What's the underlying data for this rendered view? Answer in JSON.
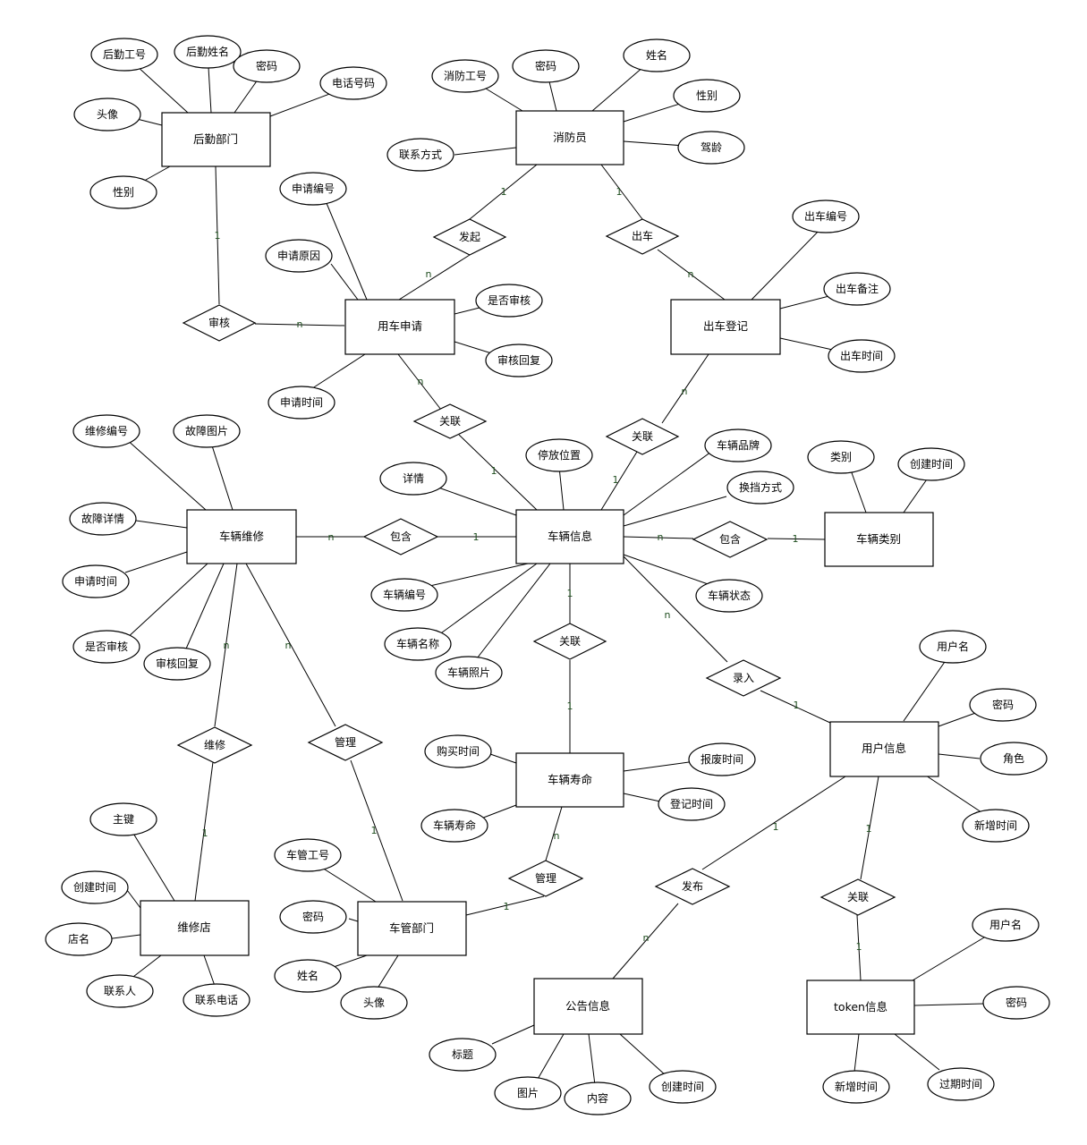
{
  "entities": {
    "houqin": "后勤部门",
    "xiaofangyuan": "消防员",
    "yongche": "用车申请",
    "chuche": "出车登记",
    "weixiu": "车辆维修",
    "cheliang": "车辆信息",
    "leibie": "车辆类别",
    "shouming": "车辆寿命",
    "yonghu": "用户信息",
    "weixiudian": "维修店",
    "cheguan": "车管部门",
    "gonggao": "公告信息",
    "token": "token信息"
  },
  "attributes": {
    "hq_gonghao": "后勤工号",
    "hq_xingming": "后勤姓名",
    "hq_mima": "密码",
    "hq_dianhua": "电话号码",
    "hq_touxiang": "头像",
    "hq_xingbie": "性别",
    "xf_gonghao": "消防工号",
    "xf_mima": "密码",
    "xf_xingming": "姓名",
    "xf_xingbie": "性别",
    "xf_jialing": "驾龄",
    "xf_lianxi": "联系方式",
    "sq_bianhao": "申请编号",
    "sq_yuanyin": "申请原因",
    "sq_shenhe": "是否审核",
    "sq_huifu": "审核回复",
    "sq_shijian": "申请时间",
    "cc_bianhao": "出车编号",
    "cc_beizhu": "出车备注",
    "cc_shijian": "出车时间",
    "wx_bianhao": "维修编号",
    "wx_tupian": "故障图片",
    "wx_xiangqing": "故障详情",
    "wx_shijian": "申请时间",
    "wx_shenhe": "是否审核",
    "wx_huifu": "审核回复",
    "cl_xiangqing": "详情",
    "cl_weizhi": "停放位置",
    "cl_pinpai": "车辆品牌",
    "cl_huandang": "换挡方式",
    "cl_zhuangtai": "车辆状态",
    "cl_bianhao": "车辆编号",
    "cl_mingcheng": "车辆名称",
    "cl_zhaopian": "车辆照片",
    "lb_leibie": "类别",
    "lb_shijian": "创建时间",
    "sm_goumai": "购买时间",
    "sm_shouming": "车辆寿命",
    "sm_baofei": "报废时间",
    "sm_dengji": "登记时间",
    "yh_yonghuming": "用户名",
    "yh_mima": "密码",
    "yh_juese": "角色",
    "yh_xinzeng": "新增时间",
    "wxd_zhujian": "主键",
    "wxd_chuangjian": "创建时间",
    "wxd_dianming": "店名",
    "wxd_lianxiren": "联系人",
    "wxd_dianhua": "联系电话",
    "cg_gonghao": "车管工号",
    "cg_mima": "密码",
    "cg_xingming": "姓名",
    "cg_touxiang": "头像",
    "gg_biaoti": "标题",
    "gg_tupian": "图片",
    "gg_neirong": "内容",
    "gg_chuangjian": "创建时间",
    "tk_yonghuming": "用户名",
    "tk_mima": "密码",
    "tk_xinzeng": "新增时间",
    "tk_guoqi": "过期时间"
  },
  "relationships": {
    "faqi": "发起",
    "chuche": "出车",
    "shenhe": "审核",
    "guanlian_a": "关联",
    "guanlian_b": "关联",
    "baohan_a": "包含",
    "baohan_b": "包含",
    "guanlian_c": "关联",
    "luru": "录入",
    "weixiu": "维修",
    "guanli_a": "管理",
    "guanli_b": "管理",
    "fabu": "发布",
    "guanlian_d": "关联"
  },
  "cardinalities": {
    "faqi_xf": "1",
    "faqi_sq": "n",
    "chuche_xf": "1",
    "chuche_cc": "n",
    "shenhe_hq": "1",
    "shenhe_sq": "n",
    "gla_sq": "n",
    "gla_cl": "1",
    "glb_cc": "n",
    "glb_cl": "1",
    "bha_wx": "n",
    "bha_cl": "1",
    "bhb_cl": "n",
    "bhb_lb": "1",
    "glc_cl": "1",
    "glc_sm": "1",
    "luru_cl": "n",
    "luru_yh": "1",
    "weixiu_wx": "n",
    "weixiu_wxd": "1",
    "gla2_wx": "n",
    "gla2_cg": "1",
    "glb2_sm": "n",
    "glb2_cg": "1",
    "fabu_yh": "1",
    "fabu_gg": "n",
    "gld_yh": "1",
    "gld_tk": "1"
  }
}
